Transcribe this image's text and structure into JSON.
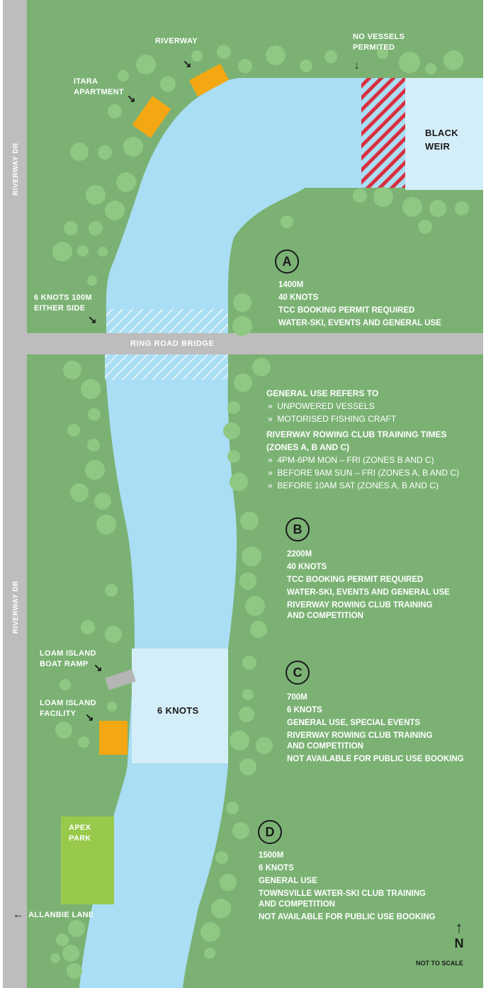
{
  "roads": {
    "riverway_dr_top": "RIVERWAY DR",
    "riverway_dr_bottom": "RIVERWAY DR",
    "ring_road_bridge": "RING ROAD BRIDGE",
    "allanbie_lane": "ALLANBIE LANE"
  },
  "places": {
    "riverway": "RIVERWAY",
    "itara_apartment": [
      "ITARA",
      "APARTMENT"
    ],
    "no_vessels": [
      "NO VESSELS",
      "PERMITED"
    ],
    "black_weir": [
      "BLACK",
      "WEIR"
    ],
    "six_knots_100m": [
      "6 KNOTS 100M",
      "EITHER SIDE"
    ],
    "loam_island_boat_ramp": [
      "LOAM ISLAND",
      "BOAT RAMP"
    ],
    "loam_island_facility": [
      "LOAM ISLAND",
      "FACILITY"
    ],
    "apex_park": [
      "APEX",
      "PARK"
    ],
    "zone_c_speed": "6 KNOTS"
  },
  "zones": [
    {
      "letter": "A",
      "lines": [
        "1400M",
        "40 KNOTS",
        "TCC BOOKING PERMIT REQUIRED",
        "WATER-SKI, EVENTS AND GENERAL USE"
      ]
    },
    {
      "letter": "B",
      "lines": [
        "2200M",
        "40 KNOTS",
        "TCC BOOKING PERMIT REQUIRED",
        "WATER-SKI, EVENTS AND GENERAL USE",
        "RIVERWAY ROWING CLUB TRAINING",
        "AND COMPETITION"
      ]
    },
    {
      "letter": "C",
      "lines": [
        "700M",
        "6 KNOTS",
        "GENERAL USE, SPECIAL EVENTS",
        "RIVERWAY ROWING CLUB TRAINING",
        "AND COMPETITION",
        "NOT AVAILABLE FOR PUBLIC USE BOOKING"
      ]
    },
    {
      "letter": "D",
      "lines": [
        "1500M",
        "6 KNOTS",
        "GENERAL USE",
        "TOWNSVILLE WATER-SKI CLUB TRAINING",
        "AND COMPETITION",
        "NOT AVAILABLE FOR PUBLIC USE BOOKING"
      ]
    }
  ],
  "general_use": {
    "heading": "GENERAL USE REFERS TO",
    "items": [
      "UNPOWERED VESSELS",
      "MOTORISED FISHING CRAFT"
    ]
  },
  "rowing_times": {
    "heading": [
      "RIVERWAY ROWING CLUB TRAINING TIMES",
      "(ZONES A, B AND C)"
    ],
    "items": [
      "4PM-6PM MON – FRI (ZONES B AND C)",
      "BEFORE 9AM SUN – FRI (ZONES A, B AND C)",
      "BEFORE 10AM SAT (ZONES A, B AND C)"
    ]
  },
  "bullet": "»",
  "north": {
    "letter": "N",
    "note": "NOT TO SCALE"
  },
  "colors": {
    "land": "#7bb274",
    "water": "#a9def4",
    "water_slow": "#d4eef9",
    "road": "#bdbdbd",
    "tree": "#8fc883",
    "orange": "#f3a712",
    "apex_park": "#98c94a",
    "hatch_red": "#d8303f",
    "hatch_blue": "#6fb6d8",
    "ramp": "#b5b5b5"
  }
}
